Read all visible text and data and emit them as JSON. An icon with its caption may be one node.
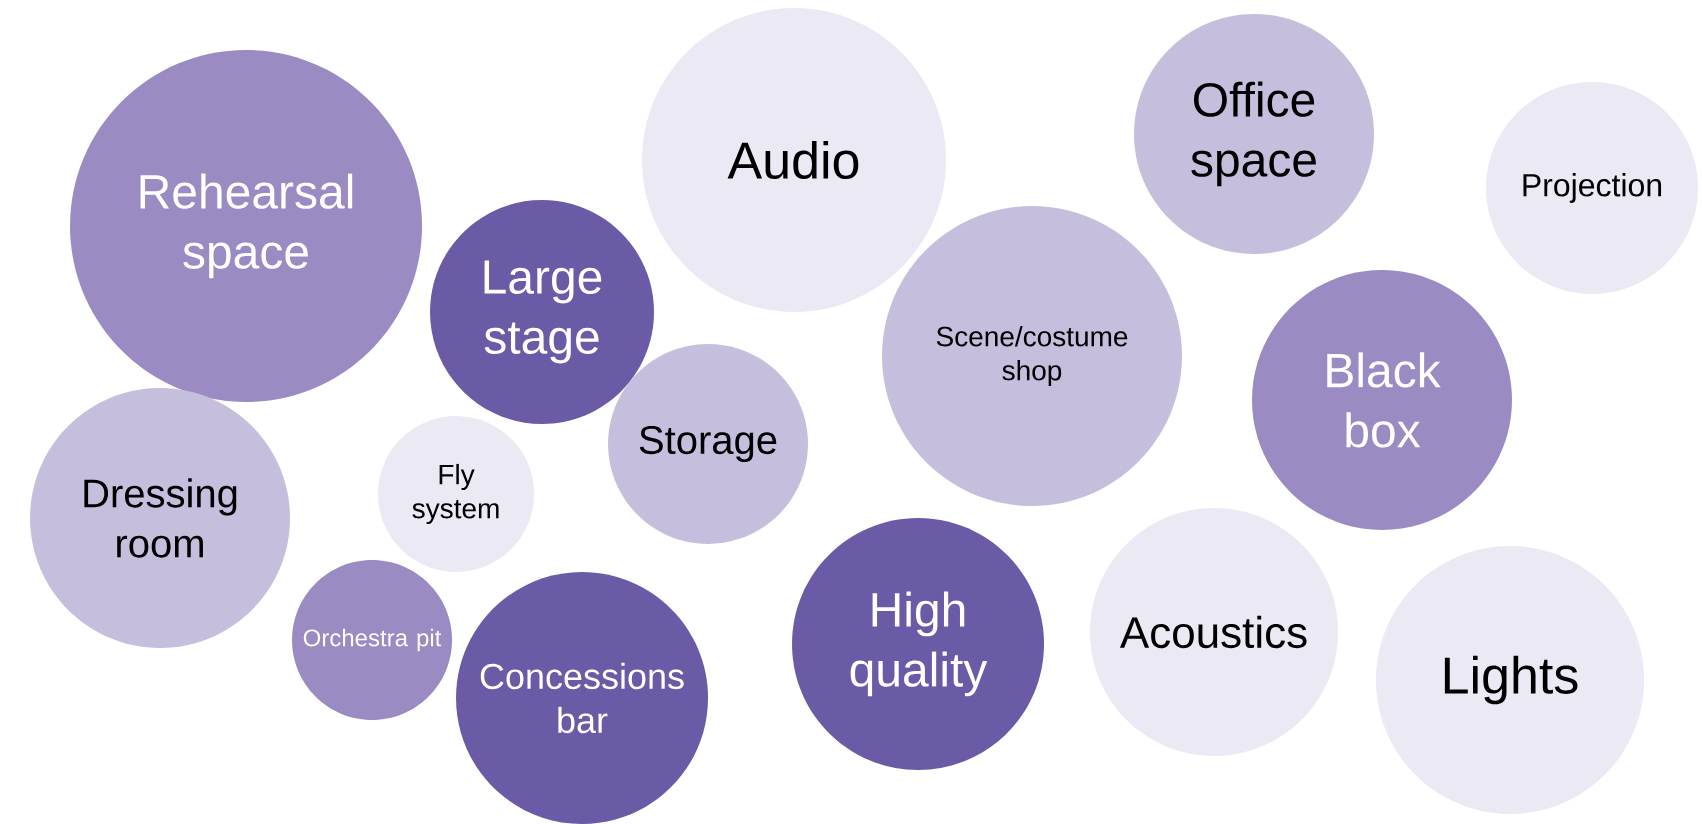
{
  "diagram": {
    "nodes": [
      {
        "text": [
          "Rehearsal space"
        ]
      },
      {
        "text": [
          "Audio"
        ]
      },
      {
        "text": [
          "Office space"
        ]
      },
      {
        "text": [
          "Projection"
        ]
      },
      {
        "text": [
          "Large stage"
        ]
      },
      {
        "text": [
          "Scene/costume shop"
        ]
      },
      {
        "text": [
          "Black box"
        ]
      },
      {
        "text": [
          "Storage"
        ]
      },
      {
        "text": [
          "Dressing room"
        ]
      },
      {
        "text": [
          "Fly system"
        ]
      },
      {
        "text": [
          "High quality"
        ]
      },
      {
        "text": [
          "Acoustics"
        ]
      },
      {
        "text": [
          "Lights"
        ]
      },
      {
        "text": [
          "Orchestra pit"
        ]
      },
      {
        "text": [
          "Concessions bar"
        ]
      }
    ]
  }
}
